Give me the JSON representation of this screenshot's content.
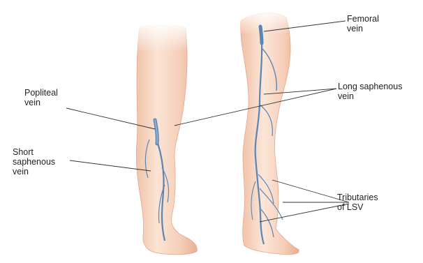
{
  "labels": {
    "femoral": "Femoral\nvein",
    "long_saphenous": "Long saphenous\nvein",
    "popliteal": "Popliteal\nvein",
    "short_saphenous": "Short\nsaphenous\nvein",
    "tributaries": "Tributaries\nof LSV"
  },
  "colors": {
    "skin": "#f7d5c2",
    "skin_shadow": "#ecb89c",
    "vein": "#5a86b4",
    "vein_dark": "#3f6a99",
    "leader_line": "#333333",
    "text": "#222222"
  }
}
